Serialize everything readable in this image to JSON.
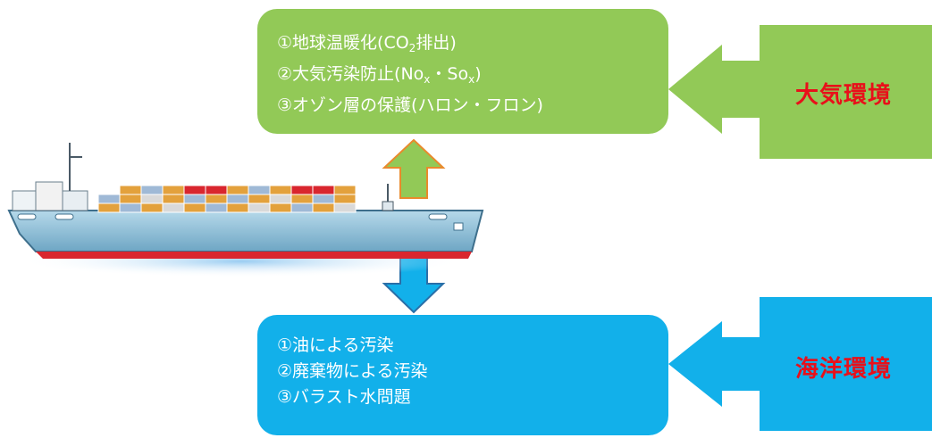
{
  "air": {
    "items": [
      {
        "text": "①地球温暖化(CO",
        "sub": "2",
        "tail": "排出)"
      },
      {
        "text": "②大気汚染防止(No",
        "sub": "x",
        "mid": "・So",
        "sub2": "x",
        "tail": ")"
      },
      {
        "text": "③オゾン層の保護(ハロン・フロン)"
      }
    ],
    "label": "大気環境",
    "color": "#92c957"
  },
  "sea": {
    "items": [
      "①油による汚染",
      "②廃棄物による汚染",
      "③バラスト水問題"
    ],
    "label": "海洋環境",
    "color": "#12b0ea"
  },
  "label_color": "#e8101a"
}
